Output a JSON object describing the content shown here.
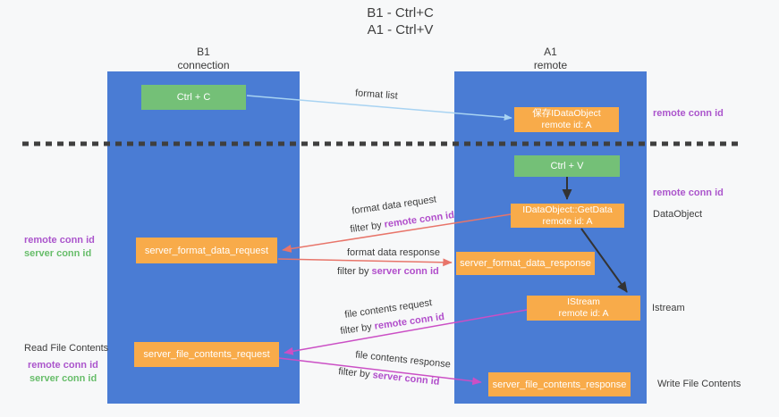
{
  "title": {
    "line1": "B1 - Ctrl+C",
    "line2": "A1 - Ctrl+V"
  },
  "lanes": {
    "left": {
      "title": "B1",
      "subtitle": "connection"
    },
    "right": {
      "title": "A1",
      "subtitle": "remote"
    }
  },
  "nodes": {
    "ctrl_c": {
      "label": "Ctrl + C"
    },
    "saved_idataobject": {
      "line1": "保存IDataObject",
      "line2": "remote id: A"
    },
    "ctrl_v": {
      "label": "Ctrl + V"
    },
    "getdata": {
      "line1": "IDataObject::GetData",
      "line2": "remote id: A"
    },
    "server_format_data_request": {
      "label": "server_format_data_request"
    },
    "server_format_data_response": {
      "label": "server_format_data_response"
    },
    "istream": {
      "line1": "IStream",
      "line2": "remote id: A"
    },
    "server_file_contents_request": {
      "label": "server_file_contents_request"
    },
    "server_file_contents_response": {
      "label": "server_file_contents_response"
    }
  },
  "flow_labels": {
    "format_list": "format list",
    "format_data_request": "format data request",
    "format_data_response": "format data response",
    "file_contents_request": "file contents request",
    "file_contents_response": "file contents response",
    "filter_prefix": "filter by",
    "remote_conn_id": "remote conn id",
    "server_conn_id": "server conn id"
  },
  "annotations": {
    "right_top_remote_conn_id": "remote conn id",
    "right_mid_remote_conn_id": "remote conn id",
    "data_object": "DataObject",
    "istream": "Istream",
    "write_file_contents": "Write File Contents",
    "left_remote_conn_id_1": "remote conn id",
    "left_server_conn_id_1": "server conn id",
    "read_file_contents": "Read File Contents",
    "left_remote_conn_id_2": "remote conn id",
    "left_server_conn_id_2": "server conn id"
  },
  "colors": {
    "lane_blue": "#4a7cd4",
    "node_green": "#74c077",
    "node_orange": "#f8ab4a",
    "accent_purple": "#ab55cc",
    "accent_green": "#67bd6a",
    "arrow_red": "#e8756a",
    "arrow_magenta": "#cb4fc5",
    "arrow_light_blue": "#a8d3f2",
    "arrow_black": "#333333",
    "dashed_divider": "#3f3f3f"
  }
}
